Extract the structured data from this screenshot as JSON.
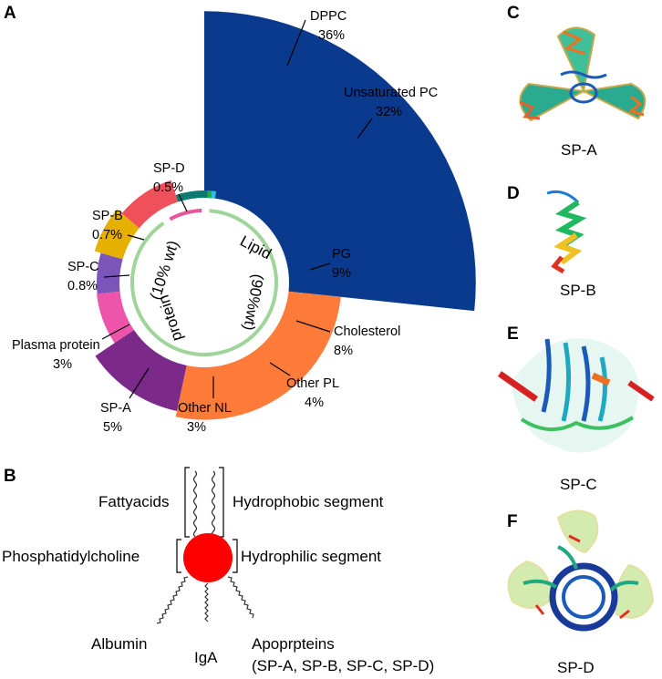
{
  "panels": {
    "a": "A",
    "b": "B",
    "c": "C",
    "d": "D",
    "e": "E",
    "f": "F"
  },
  "chart_data": {
    "type": "pie",
    "inner_ring": [
      {
        "name": "Lipid",
        "sub": "(90%wt)",
        "value": 90,
        "color": "#9fd59a"
      },
      {
        "name": "protein",
        "sub": "(10% wt)",
        "value": 10,
        "color": "#e8569a"
      }
    ],
    "slices": [
      {
        "name": "DPPC",
        "pct": "36%",
        "value": 36,
        "color": "#0b8fd6"
      },
      {
        "name": "Unsaturated PC",
        "pct": "32%",
        "value": 32,
        "color": "#0a3a8e"
      },
      {
        "name": "PG",
        "pct": "9%",
        "value": 9,
        "color": "#ff7b3a"
      },
      {
        "name": "Cholesterol",
        "pct": "8%",
        "value": 8,
        "color": "#7b2a8a"
      },
      {
        "name": "Other PL",
        "pct": "4%",
        "value": 4,
        "color": "#ee55aa"
      },
      {
        "name": "Other NL",
        "pct": "3%",
        "value": 3,
        "color": "#7b55b8"
      },
      {
        "name": "SP-A",
        "pct": "5%",
        "value": 5,
        "color": "#e6b000"
      },
      {
        "name": "Plasma protein",
        "pct": "3%",
        "value": 3,
        "color": "#f0505a"
      },
      {
        "name": "SP-C",
        "pct": "0.8%",
        "value": 0.8,
        "color": "#0b7a73"
      },
      {
        "name": "SP-B",
        "pct": "0.7%",
        "value": 0.7,
        "color": "#2aaa3c"
      },
      {
        "name": "SP-D",
        "pct": "0.5%",
        "value": 0.5,
        "color": "#2bbde6"
      }
    ]
  },
  "diagram_b": {
    "fatty_acids": "Fattyacids",
    "hydrophobic": "Hydrophobic segment",
    "phosphatidylcholine": "Phosphatidylcholine",
    "hydrophilic": "Hydrophilic segment",
    "albumin": "Albumin",
    "iga": "IgA",
    "apoproteins": "Apoprpteins",
    "apoproteins_list": "(SP-A, SP-B, SP-C, SP-D)",
    "head_color": "#ff0000"
  },
  "structures": {
    "c": "SP-A",
    "d": "SP-B",
    "e": "SP-C",
    "f": "SP-D"
  }
}
